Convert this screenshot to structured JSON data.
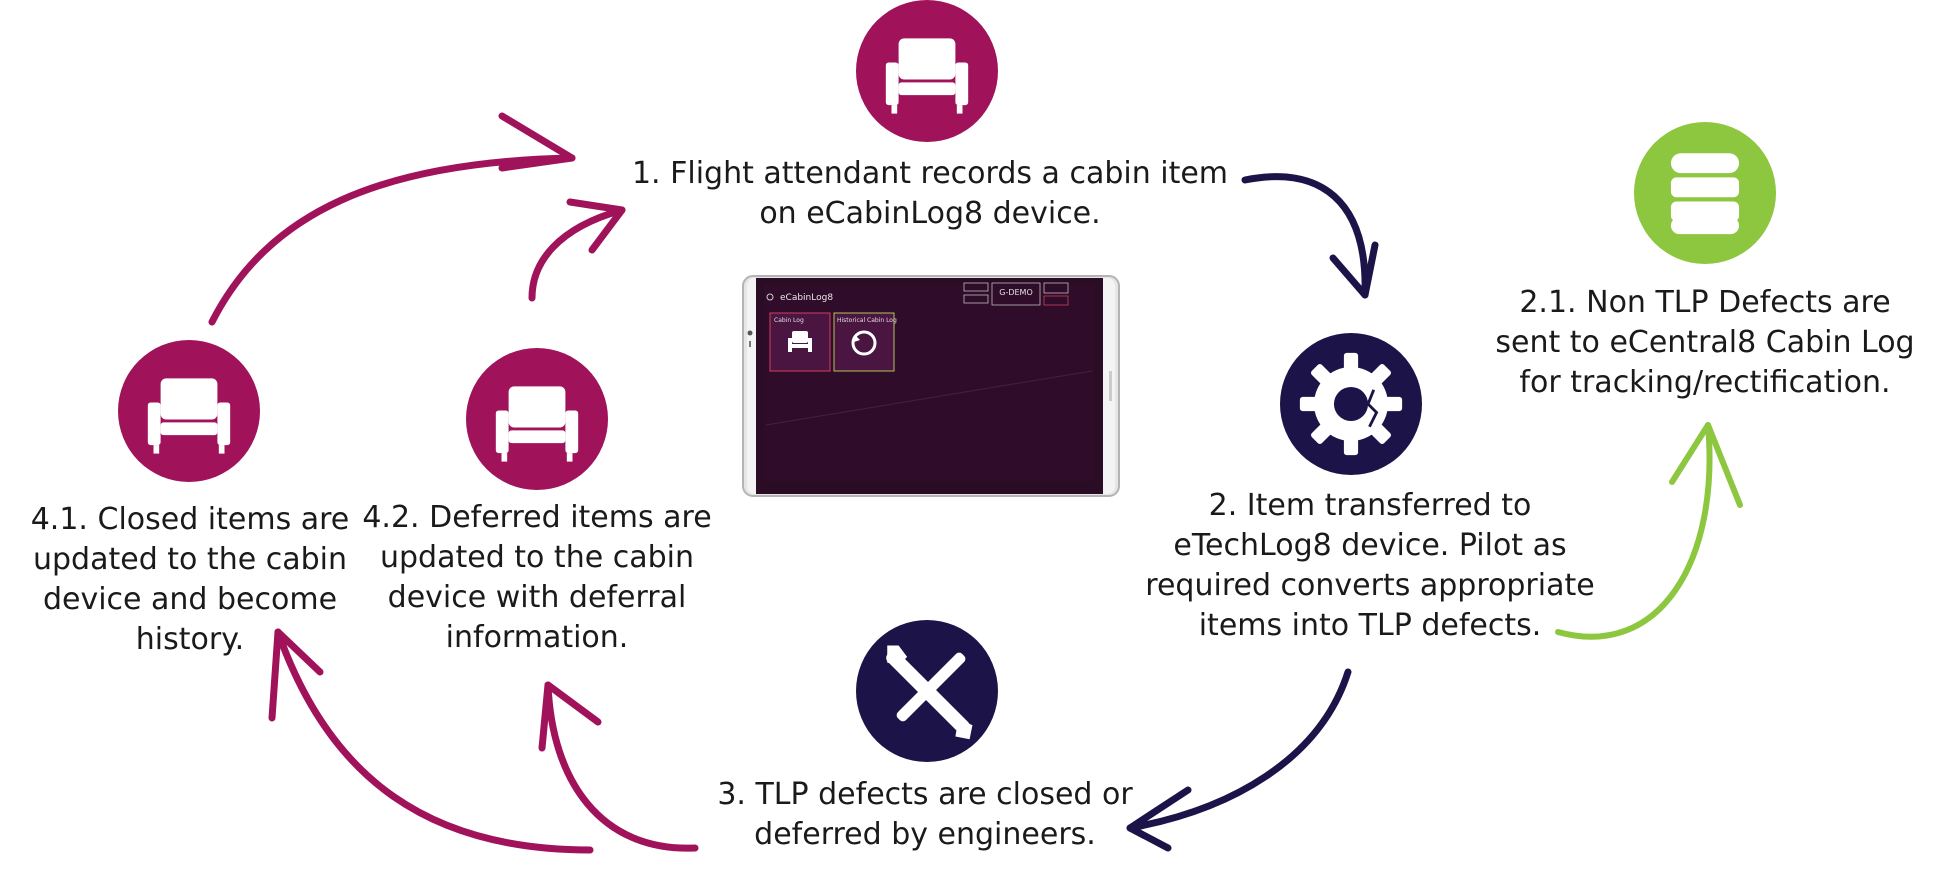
{
  "colors": {
    "cabin": "#a0125a",
    "tech": "#1c1448",
    "central": "#8dc63f",
    "text": "#1a1a1a"
  },
  "steps": {
    "step1": {
      "lines": [
        "1. Flight attendant records a cabin item",
        "on eCabinLog8 device."
      ],
      "icon": "armchair-icon"
    },
    "step2": {
      "lines": [
        "2. Item transferred to",
        "eTechLog8 device. Pilot as",
        "required converts appropriate",
        "items into TLP defects."
      ],
      "icon": "gear-icon"
    },
    "step2_1": {
      "lines": [
        "2.1. Non TLP Defects are",
        "sent to eCentral8 Cabin Log",
        "for tracking/rectification."
      ],
      "icon": "database-icon"
    },
    "step3": {
      "lines": [
        "3. TLP defects are closed or",
        "deferred by engineers."
      ],
      "icon": "tools-icon"
    },
    "step4_1": {
      "lines": [
        "4.1. Closed items are",
        "updated to the cabin",
        "device and become",
        "history."
      ],
      "icon": "armchair-icon"
    },
    "step4_2": {
      "lines": [
        "4.2. Deferred items are",
        "updated to the cabin",
        "device with deferral",
        "information."
      ],
      "icon": "armchair-icon"
    }
  },
  "tablet": {
    "app_title": "eCabinLog8",
    "reg": "G-DEMO",
    "tiles": [
      "Cabin Log",
      "Historical Cabin Log"
    ]
  }
}
